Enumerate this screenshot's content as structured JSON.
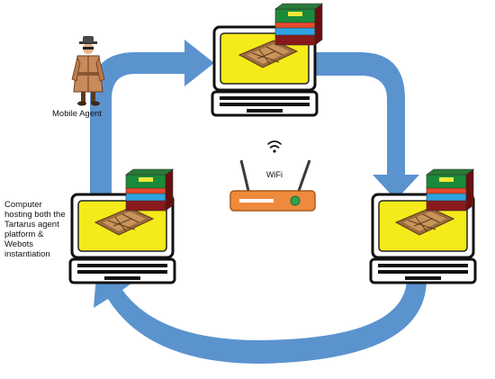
{
  "labels": {
    "mobile_agent": "Mobile Agent",
    "wifi": "WiFi",
    "host_computer": "Computer hosting both the Tartarus agent platform & Webots instantiation"
  },
  "colors": {
    "arrow": "#5b93cf",
    "screen": "#f5ea1a",
    "router_body": "#ef8a3c",
    "router_led": "#2ea44f",
    "laptop_base": "#111111"
  },
  "icons": {
    "agent": "spy-detective-icon",
    "router": "wifi-router-icon",
    "computer": "laptop-icon",
    "platform_stack": "book-stack-icon",
    "arena": "robot-arena-icon"
  }
}
